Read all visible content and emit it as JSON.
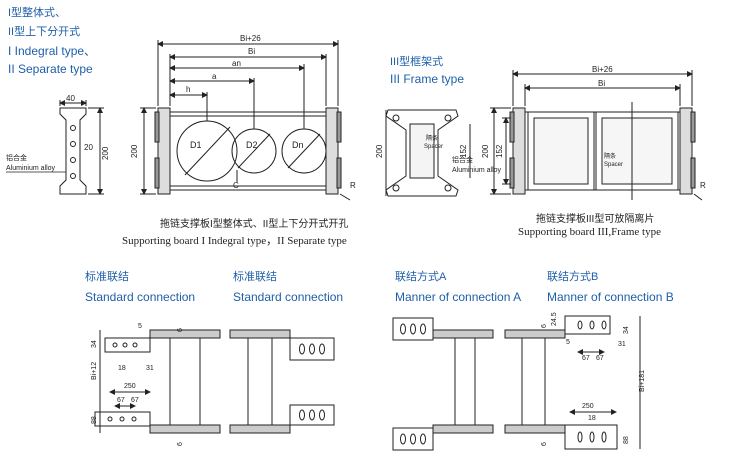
{
  "headers": {
    "type1_cn": "I型整体式、",
    "type2_cn": "II型上下分开式",
    "type1_en": "I Indegral type、",
    "type2_en": "II Separate type",
    "type3_cn": "III型框架式",
    "type3_en": "III Frame type",
    "std1_cn": "标准联结",
    "std1_en": "Standard connection",
    "std2_cn": "标准联结",
    "std2_en": "Standard connection",
    "ma_cn": "联结方式A",
    "ma_en": "Manner of connection A",
    "mb_cn": "联结方式B",
    "mb_en": "Manner of connection B"
  },
  "captions": {
    "left_cn": "拖链支撑板I型整体式、II型上下分开式开孔",
    "left_en": "Supporting board I Indegral type，II Separate type",
    "right_cn": "拖链支撑板III型可放隔离片",
    "right_en": "Supporting board III,Frame type"
  },
  "dims": {
    "bi26": "Bi+26",
    "bi": "Bi",
    "an": "an",
    "a": "a",
    "h": "h",
    "d1": "D1",
    "d2": "D2",
    "dn": "Dn",
    "c": "C",
    "r": "R",
    "h200": "200",
    "w40": "40",
    "w20": "20",
    "w152": "152",
    "alloy_cn": "铝合金",
    "alloy_en": "Aluminium alloy",
    "spacer_cn": "隔条",
    "spacer_en": "Spacer",
    "d5": "5",
    "d6": "6",
    "d34": "34",
    "d18": "18",
    "d31": "31",
    "d250": "250",
    "d67": "67",
    "d88": "88",
    "bi12": "Bi+12",
    "bi181": "Bi+181",
    "d24_5": "24.5"
  }
}
